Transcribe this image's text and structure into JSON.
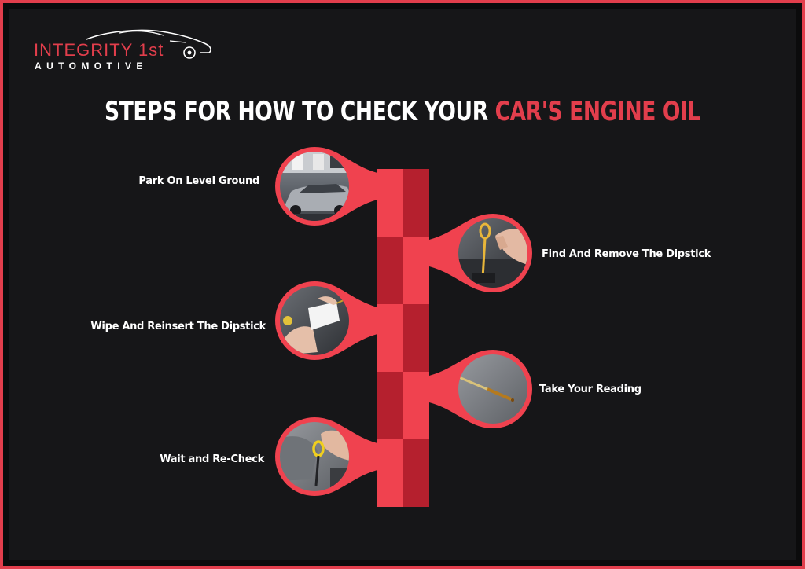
{
  "logo": {
    "main": "INTEGRITY 1st",
    "sub": "AUTOMOTIVE"
  },
  "title": {
    "part1": "STEPS FOR HOW TO CHECK YOUR ",
    "part2": "CAR'S ENGINE OIL"
  },
  "steps": [
    {
      "label": "Park On Level Ground",
      "side": "left",
      "image": "car-in-garage"
    },
    {
      "label": "Find And Remove The Dipstick",
      "side": "right",
      "image": "hand-pulling-dipstick"
    },
    {
      "label": "Wipe And Reinsert The Dipstick",
      "side": "left",
      "image": "hand-wiping-dipstick"
    },
    {
      "label": "Take Your Reading",
      "side": "right",
      "image": "dipstick-oil-reading"
    },
    {
      "label": "Wait and Re-Check",
      "side": "left",
      "image": "dipstick-in-engine"
    }
  ],
  "colors": {
    "accent": "#e23e4c",
    "accent_dark": "#b5202e",
    "background": "#161618",
    "text": "#ffffff"
  }
}
